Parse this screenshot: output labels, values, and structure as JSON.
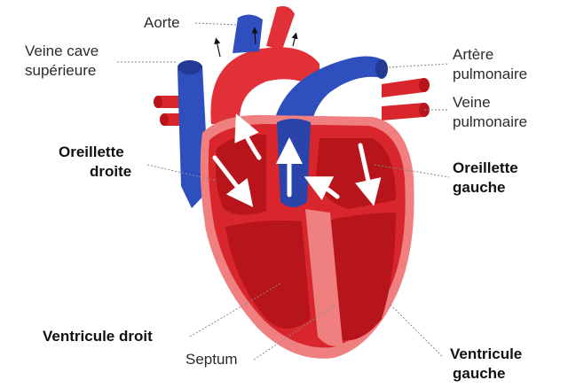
{
  "labels": {
    "aorta": "Aorte",
    "svc_line1": "Veine cave",
    "svc_line2": "supérieure",
    "pulm_artery_line1": "Artère",
    "pulm_artery_line2": "pulmonaire",
    "pulm_vein_line1": "Veine",
    "pulm_vein_line2": "pulmonaire",
    "right_atrium_line1": "Oreillette",
    "right_atrium_line2": "droite",
    "left_atrium_line1": "Oreillette",
    "left_atrium_line2": "gauche",
    "right_ventricle": "Ventricule droit",
    "septum": "Septum",
    "left_ventricle_line1": "Ventricule",
    "left_ventricle_line2": "gauche"
  },
  "colors": {
    "muscle": "#d9262c",
    "muscle_light": "#f08080",
    "chamber": "#b8141c",
    "deoxygenated": "#2f4fbf",
    "leader_line": "#888888",
    "flow_arrow": "#ffffff"
  }
}
